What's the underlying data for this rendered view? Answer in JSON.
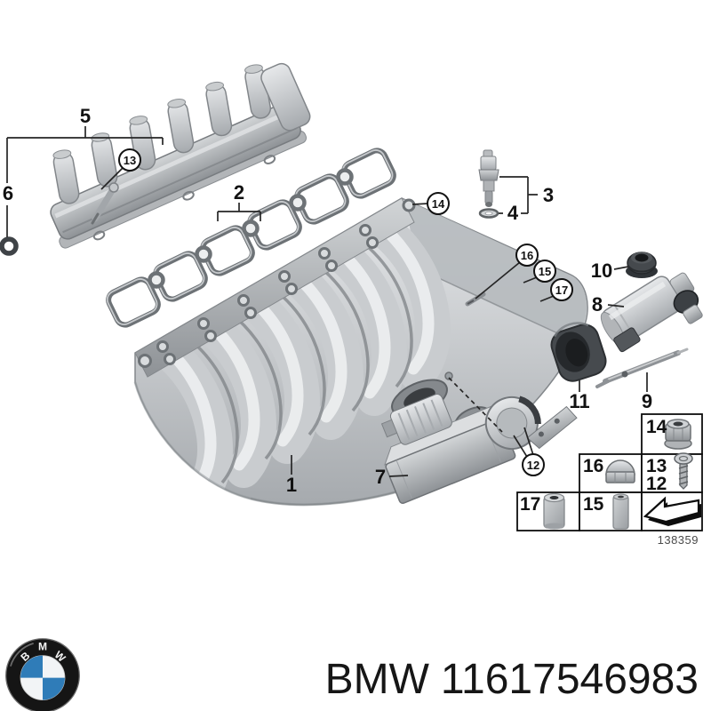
{
  "page": {
    "background": "#ffffff"
  },
  "diagram": {
    "description": "Exploded parts diagram - BMW intake manifold system",
    "drawing_number": "138359",
    "callouts": [
      {
        "label": "1",
        "circled": false
      },
      {
        "label": "2",
        "circled": false
      },
      {
        "label": "3",
        "circled": false
      },
      {
        "label": "4",
        "circled": false
      },
      {
        "label": "5",
        "circled": false
      },
      {
        "label": "6",
        "circled": false
      },
      {
        "label": "7",
        "circled": false
      },
      {
        "label": "8",
        "circled": false
      },
      {
        "label": "9",
        "circled": false
      },
      {
        "label": "10",
        "circled": false
      },
      {
        "label": "11",
        "circled": false
      },
      {
        "label": "12",
        "circled": true
      },
      {
        "label": "13",
        "circled": true
      },
      {
        "label": "14",
        "circled": true
      },
      {
        "label": "15",
        "circled": true
      },
      {
        "label": "16",
        "circled": true
      },
      {
        "label": "17",
        "circled": true
      }
    ],
    "legend": {
      "cells": [
        {
          "labels": [
            "14"
          ],
          "icon": "flange-nut-icon"
        },
        {
          "labels": [
            "16"
          ],
          "icon": "cap-nut-icon"
        },
        {
          "labels": [
            "13",
            "12"
          ],
          "icon": "screw-icon"
        },
        {
          "labels": [
            "17"
          ],
          "icon": "bushing-sleeve-icon"
        },
        {
          "labels": [
            "15"
          ],
          "icon": "spacer-sleeve-icon"
        },
        {
          "labels": [],
          "icon": "direction-arrow-icon"
        }
      ]
    }
  },
  "footer": {
    "brand": "BMW",
    "part_number": "11617546983",
    "logo": {
      "letters": [
        "B",
        "M",
        "W"
      ],
      "blue": "#2f7cb8",
      "black": "#151515",
      "white": "#f2f4f6"
    }
  }
}
